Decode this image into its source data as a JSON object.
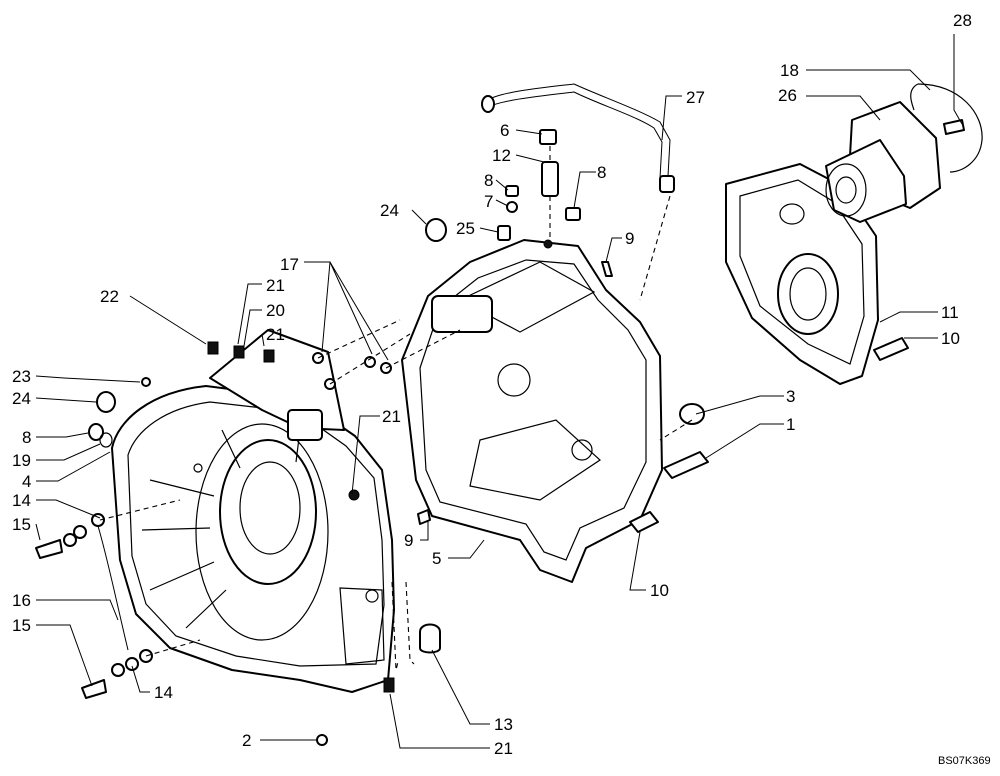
{
  "drawing_code": "BS07K369",
  "callouts": [
    "28",
    "18",
    "26",
    "27",
    "6",
    "12",
    "8",
    "8",
    "7",
    "24",
    "25",
    "9",
    "17",
    "22",
    "21",
    "20",
    "21",
    "11",
    "10",
    "23",
    "24",
    "3",
    "1",
    "21",
    "8",
    "19",
    "4",
    "14",
    "15",
    "9",
    "5",
    "10",
    "16",
    "15",
    "14",
    "13",
    "2",
    "21"
  ]
}
